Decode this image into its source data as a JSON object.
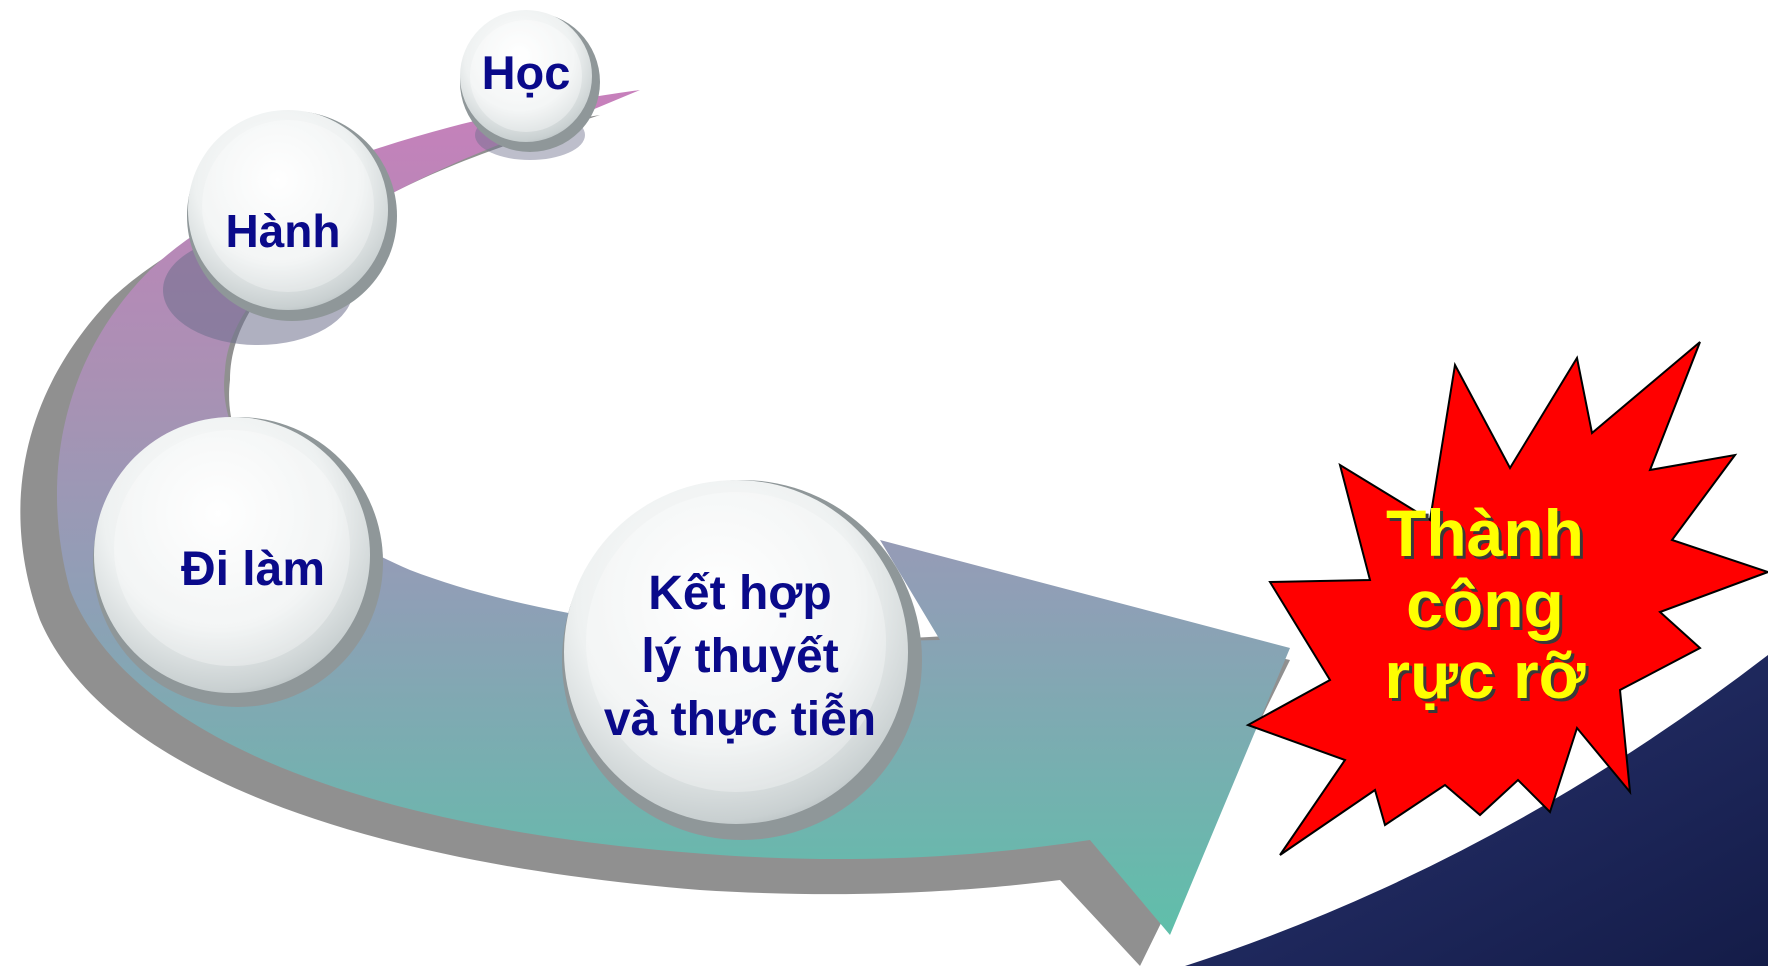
{
  "steps": {
    "hoc": "Học",
    "hanh": "Hành",
    "di_lam": "Đi làm",
    "ket_hop": [
      "Kết hợp",
      "lý thuyết",
      "và thực tiễn"
    ]
  },
  "result": {
    "lines": [
      "Thành",
      "công",
      "rực rỡ"
    ]
  },
  "colors": {
    "arrow_top": "#c77fbb",
    "arrow_mid": "#8f9fb6",
    "arrow_bottom": "#5fbfaa",
    "label_text": "#0a0a8a",
    "burst_fill": "#ff0000",
    "burst_text": "#ffff00",
    "corner_navy": "#1f2a60"
  }
}
